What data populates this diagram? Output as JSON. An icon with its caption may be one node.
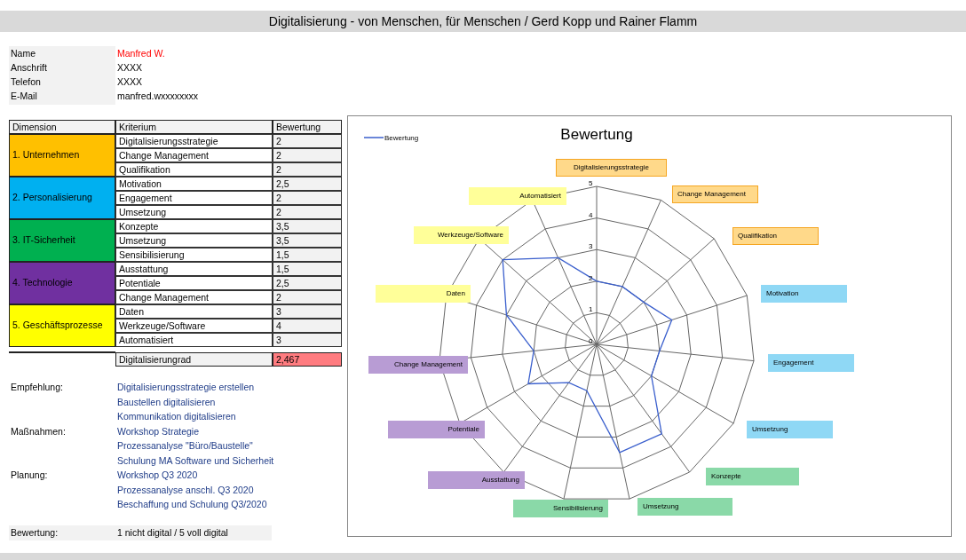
{
  "diagram": {
    "title": "Digitalisierung - von Menschen, für Menschen / Gerd Kopp und Rainer Flamm",
    "labels": [
      "Name",
      "Manfred W.",
      "Anschrift",
      "XXXX",
      "Telefon",
      "XXXX",
      "E-Mail",
      "manfred.wxxxxxxxx",
      "Dimension",
      "Kriterium",
      "Bewertung",
      "1. Unternehmen",
      "Digitalisierungsstrategie",
      "2",
      "Change Management",
      "2",
      "Qualifikation",
      "2",
      "2. Personalisierung",
      "Motivation",
      "2,5",
      "Engagement",
      "2",
      "Umsetzung",
      "2",
      "3. IT-Sicherheit",
      "Konzepte",
      "3,5",
      "Umsetzung",
      "3,5",
      "Sensibilisierung",
      "1,5",
      "4. Technologie",
      "Ausstattung",
      "1,5",
      "Potentiale",
      "2,5",
      "Change Management",
      "2",
      "5. Geschäftsprozesse",
      "Daten",
      "3",
      "Werkzeuge/Software",
      "4",
      "Automatisiert",
      "3",
      "Digitalisierungrad",
      "2,467",
      "Empfehlung:",
      "Digitalisierungsstrategie erstellen",
      "Baustellen digitalisieren",
      "Kommunikation digitalisieren",
      "Maßnahmen:",
      "Workshop Strategie",
      "Prozessanalyse \"Büro/Baustelle\"",
      "Schulung MA Software und Sicherheit",
      "Planung:",
      "Workshop Q3 2020",
      "Prozessanalyse anschl. Q3 2020",
      "Beschaffung und Schulung Q3/2020",
      "Bewertung:",
      "1 nicht digital / 5 voll digital",
      "Bewertung",
      "5",
      "4",
      "3",
      "2",
      "1",
      "0",
      "Digitalisierungsstrategie",
      "Change Management",
      "Qualifikation",
      "Motivation",
      "Engagement",
      "Umsetzung",
      "Konzepte",
      "Sensibilisierung",
      "Umsetzung",
      "Ausstattung",
      "Potentiale",
      "Change Management",
      "Daten",
      "Werkzeuge/Software",
      "Automatisiert"
    ],
    "legend": [
      {
        "text": "Bewertung"
      }
    ]
  }
}
